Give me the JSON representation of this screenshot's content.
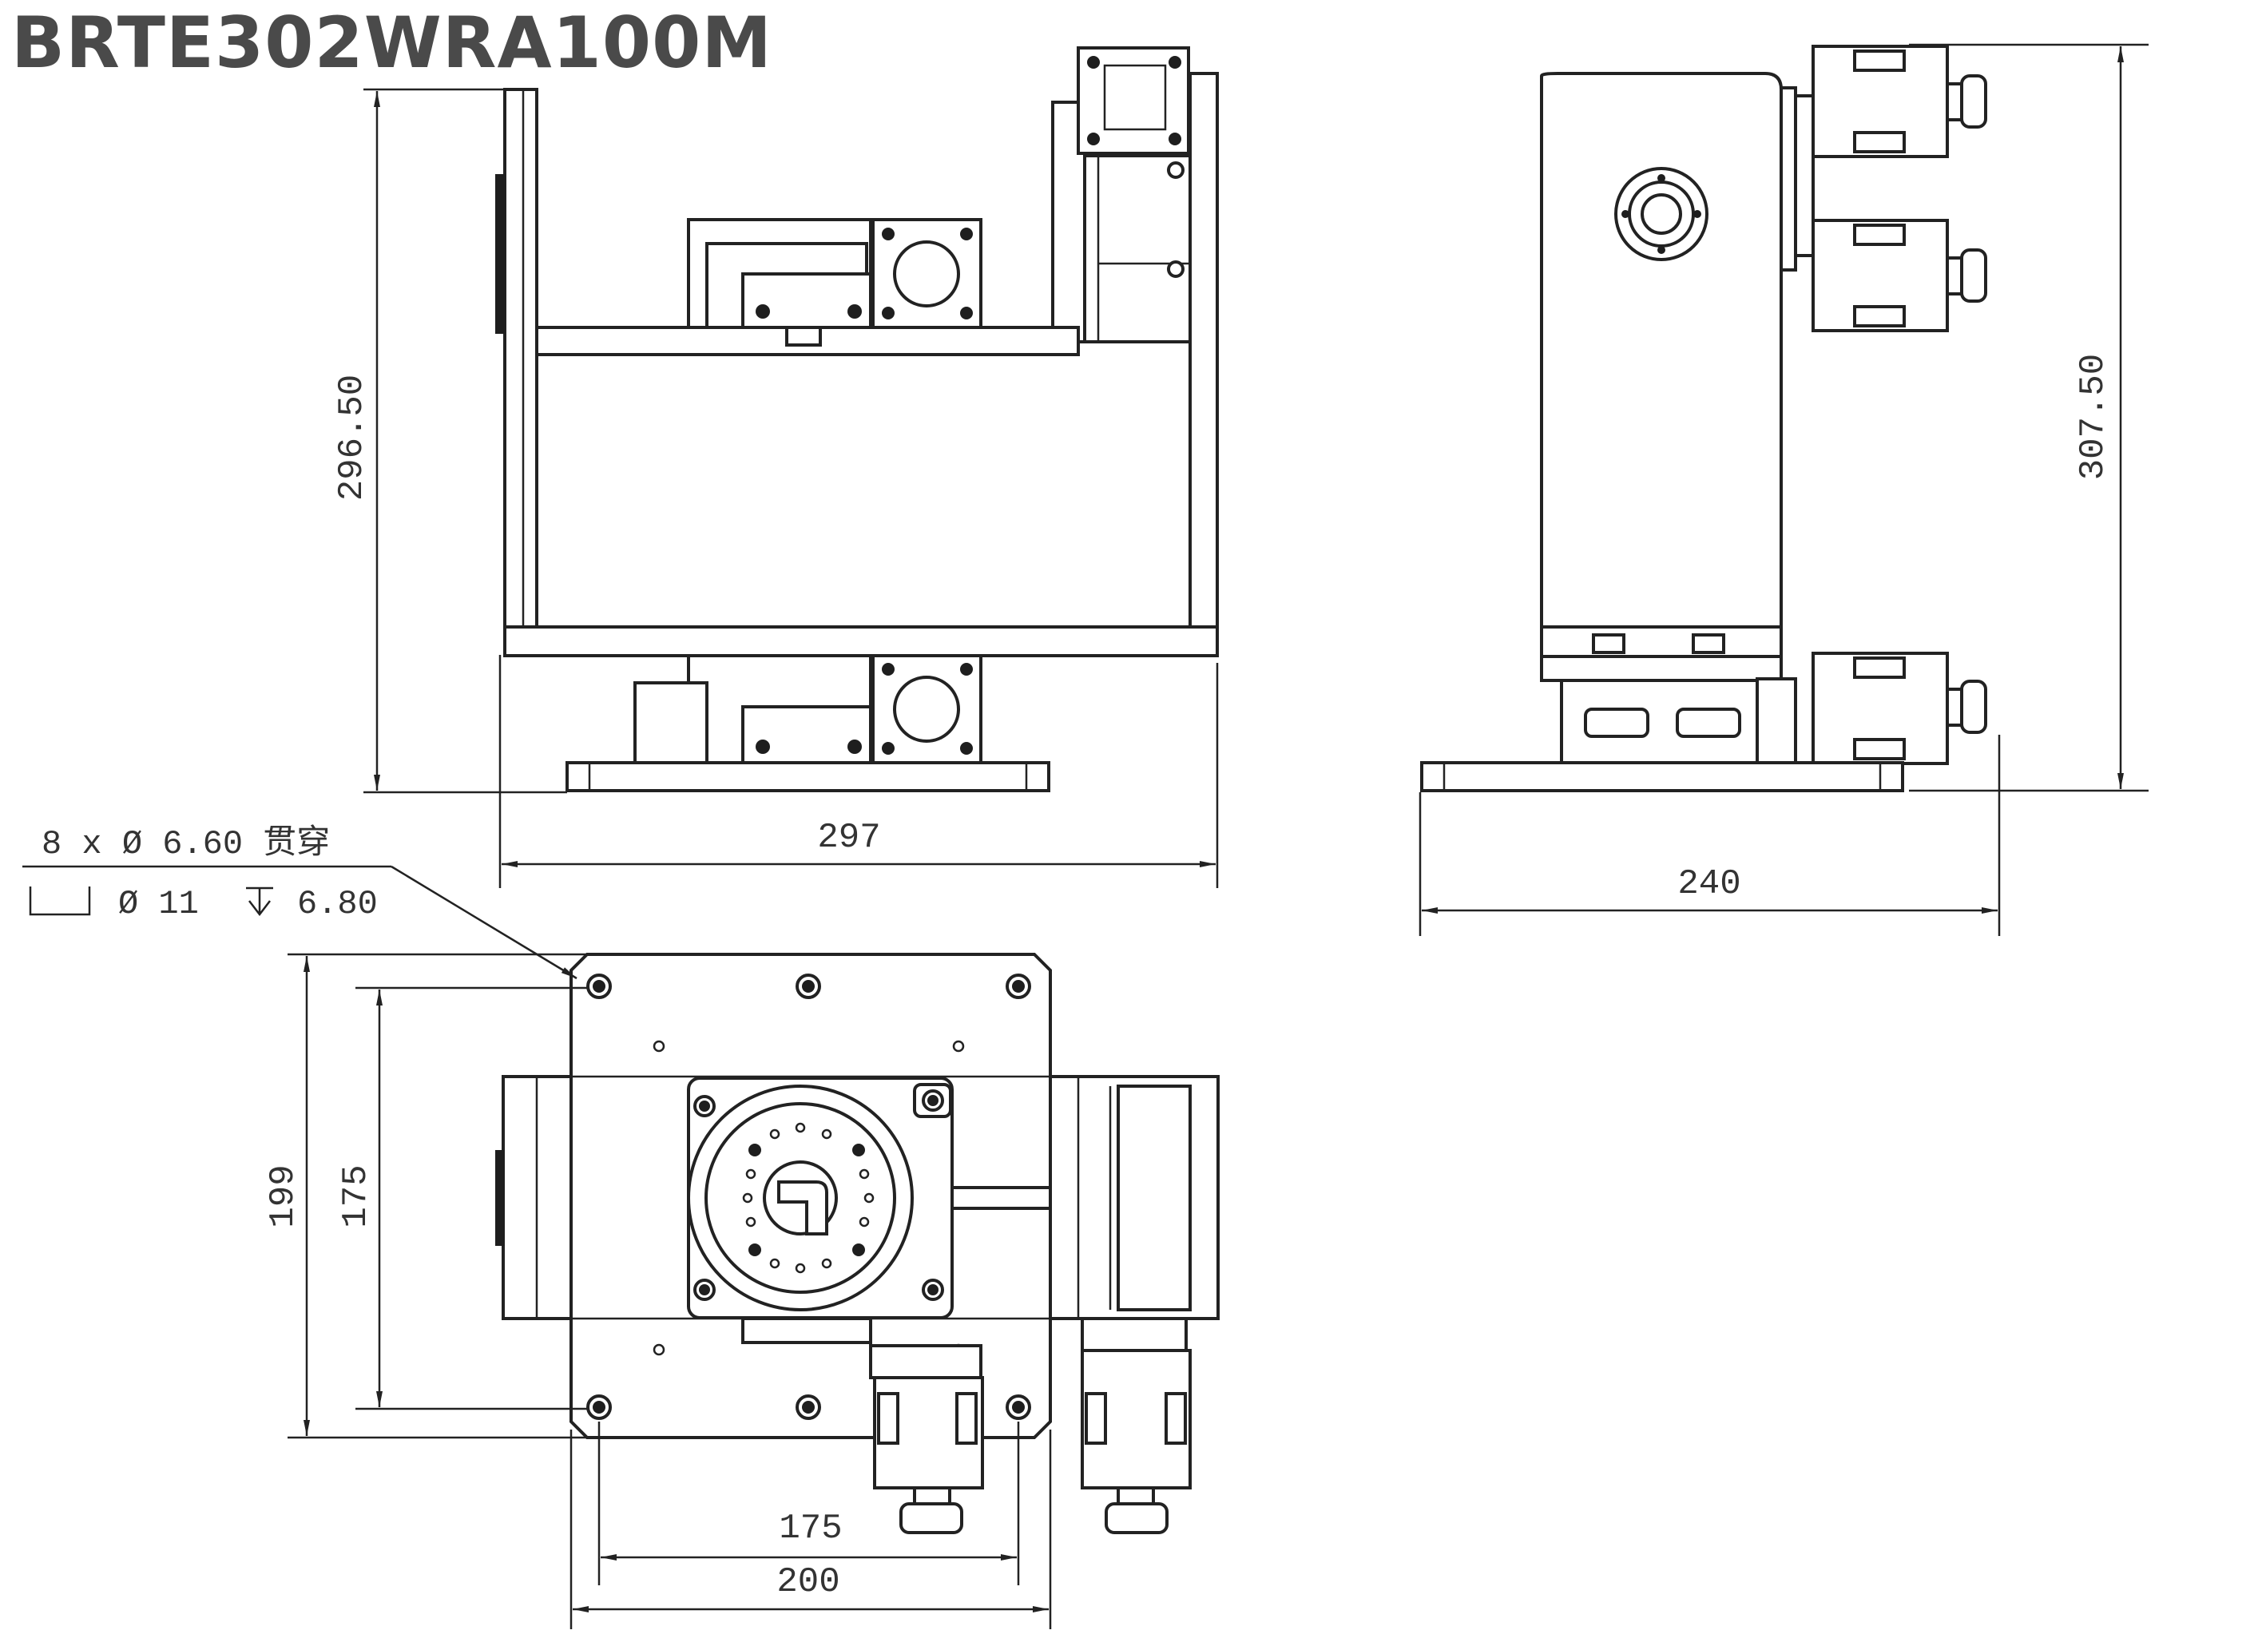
{
  "title": "BRTE302WRA100M",
  "front_view": {
    "height_label": "296.50",
    "width_label": "297"
  },
  "side_view": {
    "height_label": "307.50",
    "width_label": "240"
  },
  "top_view": {
    "height_outer_label": "199",
    "height_inner_label": "175",
    "width_inner_label": "175",
    "width_outer_label": "200"
  },
  "hole_note": {
    "line1": "8 x Ø 6.60 贯穿",
    "line2_counterbore": "Ø 11",
    "line2_depth": "6.80"
  }
}
